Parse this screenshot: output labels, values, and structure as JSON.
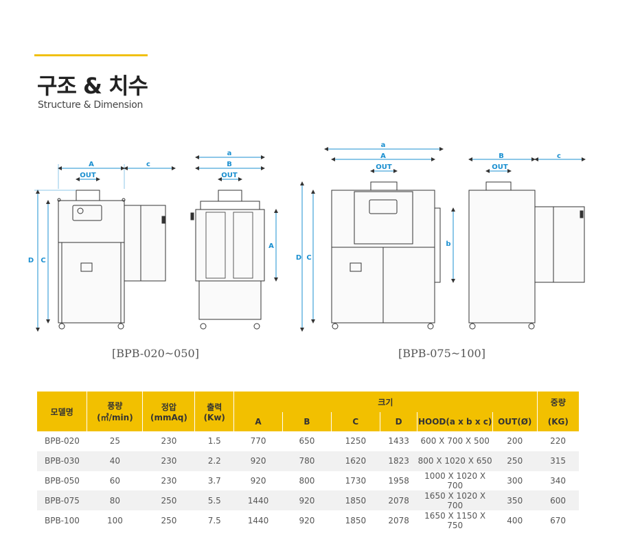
{
  "header": {
    "title_ko": "구조 & 치수",
    "title_en": "Structure & Dimension"
  },
  "drawings": {
    "left_caption": "[BPB-020~050]",
    "right_caption": "[BPB-075~100]",
    "labels": {
      "A": "A",
      "B": "B",
      "C": "C",
      "D": "D",
      "a": "a",
      "b": "b",
      "c": "c",
      "out": "OUT"
    },
    "colors": {
      "dimension": "#1a8fd0",
      "outline": "#333333"
    }
  },
  "table": {
    "headers": {
      "model": "모델명",
      "flow": "풍량",
      "flow_unit": "(㎥/min)",
      "pressure": "정압",
      "pressure_unit": "(mmAq)",
      "power": "출력",
      "power_unit": "(Kw)",
      "size": "크기",
      "weight": "중량",
      "weight_unit": "(KG)",
      "sub": [
        "A",
        "B",
        "C",
        "D",
        "HOOD(a x b x c)",
        "OUT(Ø)"
      ]
    },
    "rows": [
      [
        "BPB-020",
        "25",
        "230",
        "1.5",
        "770",
        "650",
        "1250",
        "1433",
        "600 X 700 X 500",
        "200",
        "220"
      ],
      [
        "BPB-030",
        "40",
        "230",
        "2.2",
        "920",
        "780",
        "1620",
        "1823",
        "800 X 1020 X 650",
        "250",
        "315"
      ],
      [
        "BPB-050",
        "60",
        "230",
        "3.7",
        "920",
        "800",
        "1730",
        "1958",
        "1000 X 1020 X 700",
        "300",
        "340"
      ],
      [
        "BPB-075",
        "80",
        "250",
        "5.5",
        "1440",
        "920",
        "1850",
        "2078",
        "1650 X 1020 X 700",
        "350",
        "600"
      ],
      [
        "BPB-100",
        "100",
        "250",
        "7.5",
        "1440",
        "920",
        "1850",
        "2078",
        "1650 X 1150 X 750",
        "400",
        "670"
      ]
    ],
    "header_color": "#f2c000"
  }
}
